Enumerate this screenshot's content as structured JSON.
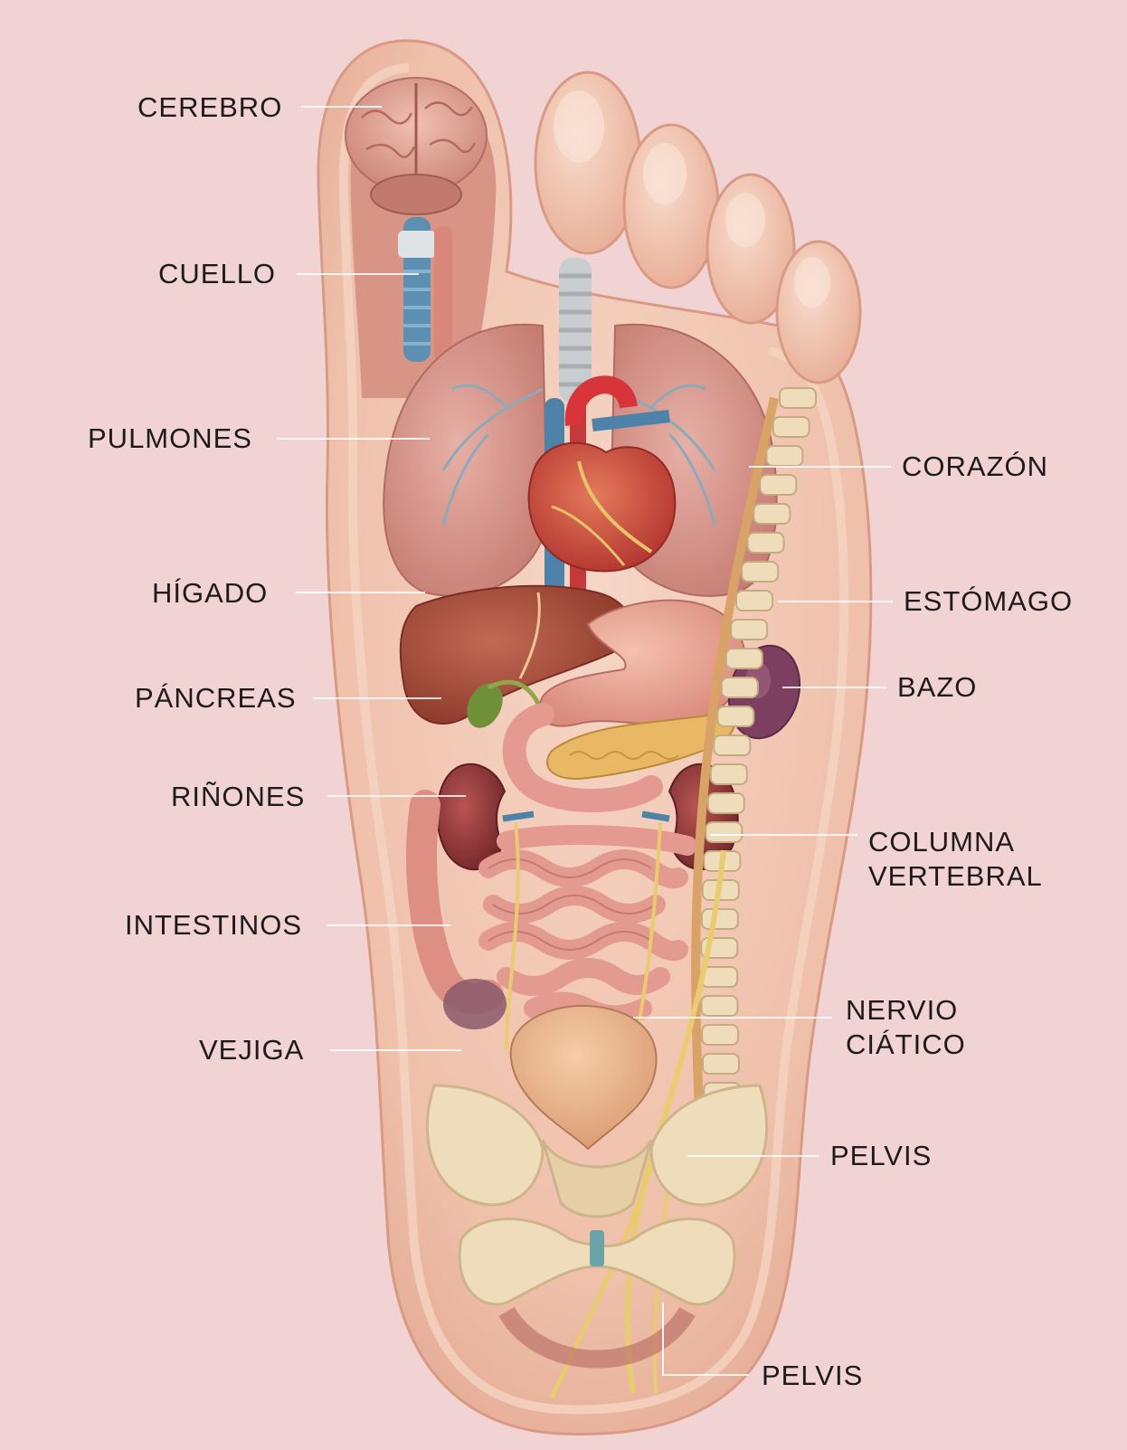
{
  "labels": {
    "cerebro": "CEREBRO",
    "cuello": "CUELLO",
    "pulmones": "PULMONES",
    "higado": "HÍGADO",
    "pancreas": "PÁNCREAS",
    "rinones": "RIÑONES",
    "intestinos": "INTESTINOS",
    "vejiga": "VEJIGA",
    "corazon": "CORAZÓN",
    "estomago": "ESTÓMAGO",
    "bazo": "BAZO",
    "columna_1": "COLUMNA",
    "columna_2": "VERTEBRAL",
    "nervio_1": "NERVIO",
    "nervio_2": "CIÁTICO",
    "pelvis": "PELVIS",
    "pelvis_bottom": "PELVIS"
  },
  "colors": {
    "background": "#f2d3d3",
    "skin": "#f0c3ae",
    "skin_edge": "#e3a58f",
    "tissue": "#d9988a",
    "heart": "#c9423d",
    "artery": "#d8353a",
    "vein": "#4e82a8",
    "lung": "#dc9c92",
    "liver": "#a84c3a",
    "stomach": "#e8a592",
    "spleen": "#7d3f5f",
    "pancreas": "#e9b865",
    "kidney": "#93363a",
    "intestine": "#e49a90",
    "bladder": "#eab48d",
    "bone": "#eedcba",
    "nerve": "#e9cb70",
    "leader_line": "#ffffff"
  }
}
